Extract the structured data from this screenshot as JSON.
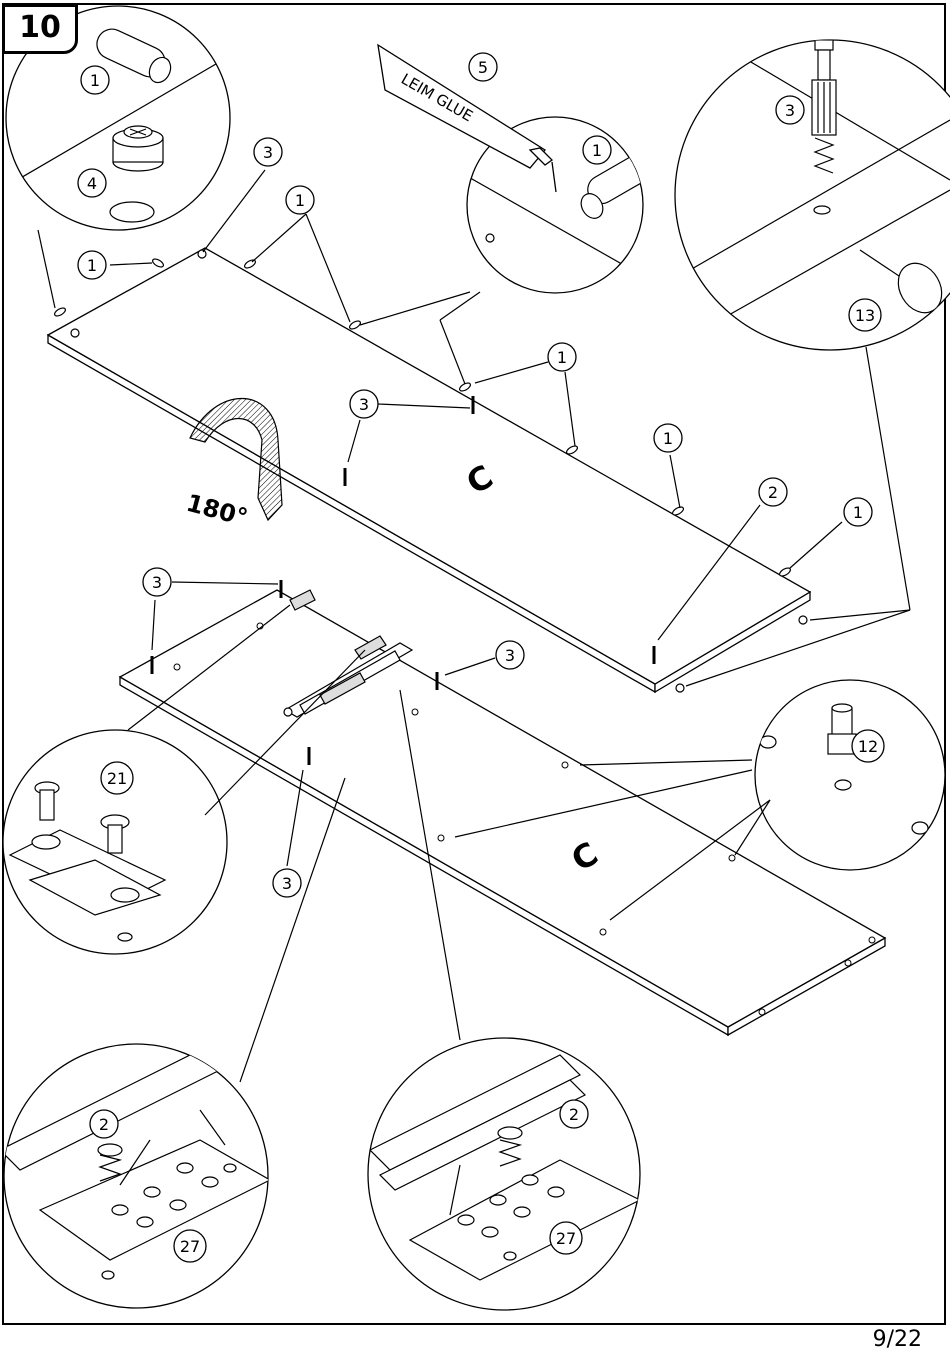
{
  "step_number": "10",
  "page_number": "9/22",
  "rotation_label": "180°",
  "glue_tube_text": "LEIM GLUE",
  "panel_letter": "C",
  "part_labels": {
    "p1": "1",
    "p2": "2",
    "p3": "3",
    "p4": "4",
    "p5": "5",
    "p12": "12",
    "p13": "13",
    "p21": "21",
    "p27": "27"
  }
}
